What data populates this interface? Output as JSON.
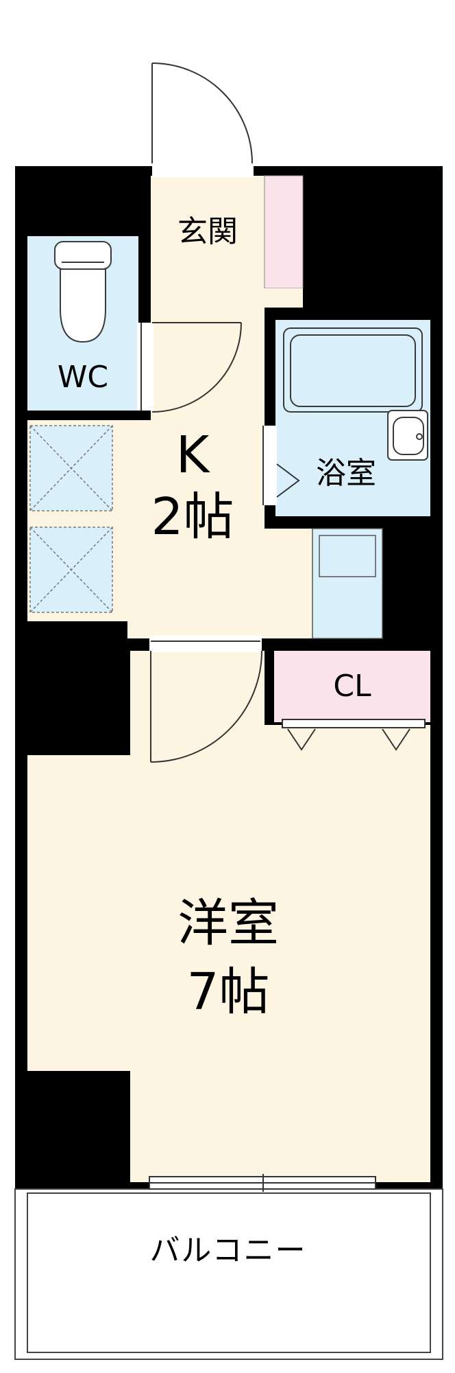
{
  "rooms": {
    "entrance": {
      "label": "玄関"
    },
    "wc": {
      "label": "WC"
    },
    "kitchen": {
      "name": "K",
      "size": "2帖"
    },
    "bath": {
      "label": "浴室"
    },
    "closet": {
      "label": "CL"
    },
    "western": {
      "name": "洋室",
      "size": "7帖"
    },
    "balcony": {
      "label": "バルコニー"
    }
  },
  "colors": {
    "wall": "#000000",
    "floor_cream": "#fdf5e2",
    "wet_blue": "#d9f0fb",
    "pink": "#fbe3ec",
    "fixture_stroke": "#3a3a3a"
  }
}
